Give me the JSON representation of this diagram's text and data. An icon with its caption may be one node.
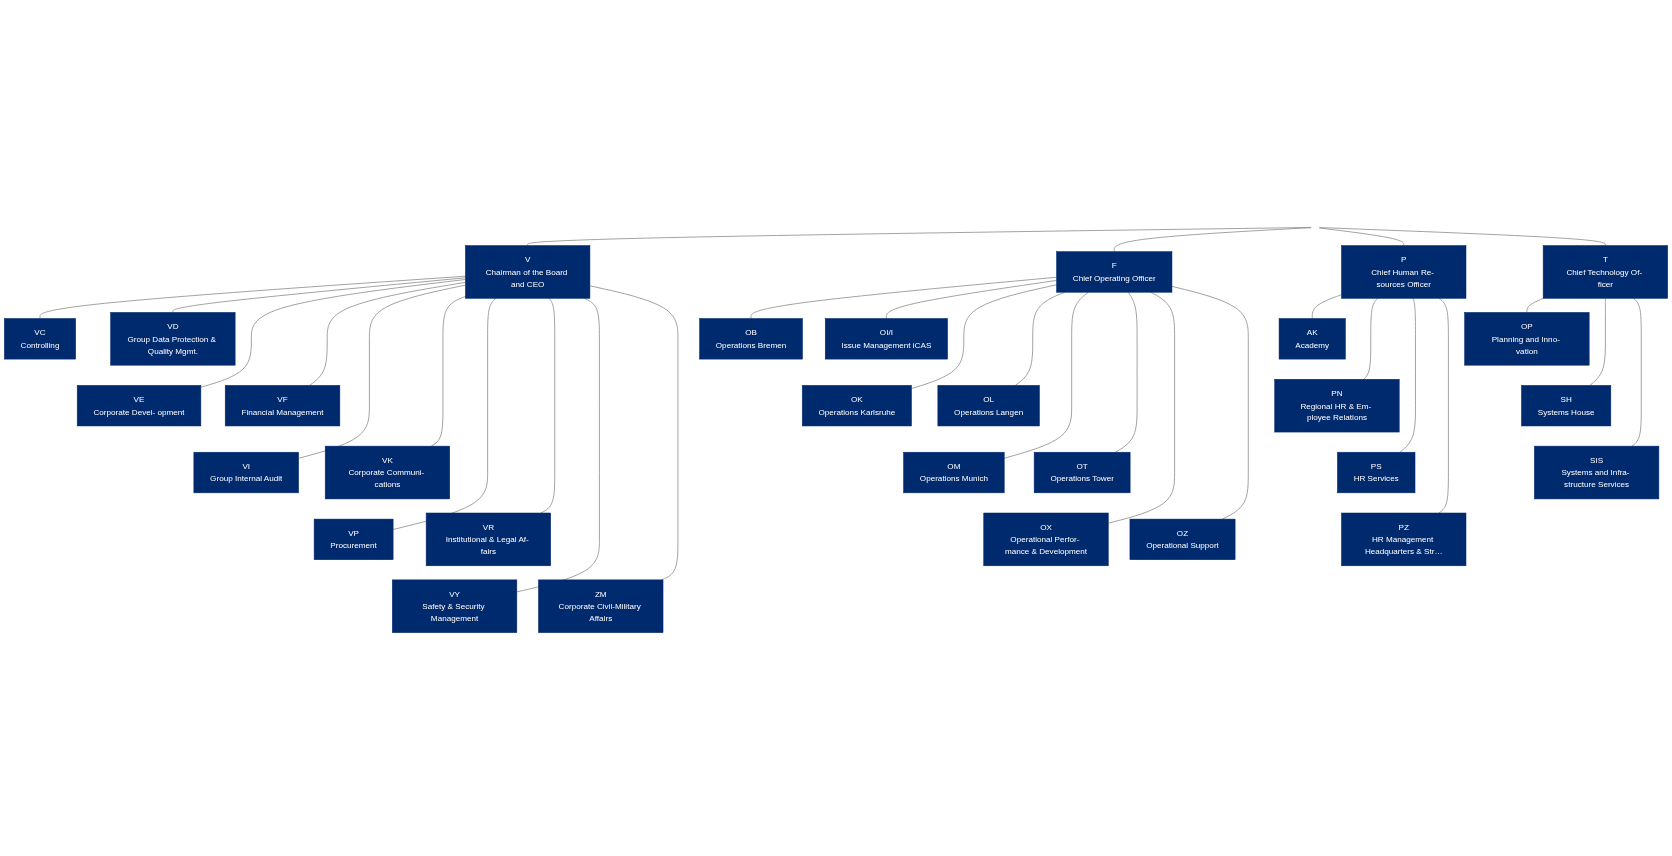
{
  "diagram": {
    "nodes": [
      {
        "text": [
          "V",
          "Chairman of the Board and CEO"
        ]
      },
      {
        "text": [
          "VC",
          "Controlling"
        ]
      },
      {
        "text": [
          "VD",
          "Group Data Protection & Quality Mgmt."
        ]
      },
      {
        "text": [
          "VE",
          "Corporate Devel- opment"
        ]
      },
      {
        "text": [
          "VF",
          "Financial Management"
        ]
      },
      {
        "text": [
          "VI",
          "Group Internal Audit"
        ]
      },
      {
        "text": [
          "VK",
          "Corporate Communi- cations"
        ]
      },
      {
        "text": [
          "VP",
          "Procurement"
        ]
      },
      {
        "text": [
          "VR",
          "Institutional & Legal Af- fairs"
        ]
      },
      {
        "text": [
          "VY",
          "Safety & Security Management"
        ]
      },
      {
        "text": [
          "ZM",
          "Corporate Civil-Military Affairs"
        ]
      },
      {
        "text": [
          "F",
          "Chief Operating Officer"
        ]
      },
      {
        "text": [
          "OB",
          "Operations Bremen"
        ]
      },
      {
        "text": [
          "OI/I",
          "Issue Management iCAS"
        ]
      },
      {
        "text": [
          "OK",
          "Operations Karlsruhe"
        ]
      },
      {
        "text": [
          "OL",
          "Operations Langen"
        ]
      },
      {
        "text": [
          "OM",
          "Operations Munich"
        ]
      },
      {
        "text": [
          "OT",
          "Operations Tower"
        ]
      },
      {
        "text": [
          "OX",
          "Operational Perfor- mance & Development"
        ]
      },
      {
        "text": [
          "OZ",
          "Operational Support"
        ]
      },
      {
        "text": [
          "P",
          "Chief Human Re- sources Officer"
        ]
      },
      {
        "text": [
          "AK",
          "Academy"
        ]
      },
      {
        "text": [
          "PN",
          "Regional HR & Em- ployee Relations"
        ]
      },
      {
        "text": [
          "PS",
          "HR Services"
        ]
      },
      {
        "text": [
          "PZ",
          "HR Management Headquarters & Str…"
        ]
      },
      {
        "text": [
          "T",
          "Chief Technology Of- ficer"
        ]
      },
      {
        "text": [
          "OP",
          "Planning and Inno- vation"
        ]
      },
      {
        "text": [
          "SH",
          "Systems House"
        ]
      },
      {
        "text": [
          "SIS",
          "Systems and Infra- structure Services"
        ]
      }
    ],
    "edges": [
      {
        "from": null,
        "to": 0,
        "arrow": "none"
      },
      {
        "from": null,
        "to": 11,
        "arrow": "none"
      },
      {
        "from": null,
        "to": 20,
        "arrow": "none"
      },
      {
        "from": null,
        "to": 25,
        "arrow": "none"
      },
      {
        "from": 0,
        "to": 1,
        "arrow": "none"
      },
      {
        "from": 0,
        "to": 2,
        "arrow": "none"
      },
      {
        "from": 0,
        "to": 3,
        "arrow": "none"
      },
      {
        "from": 0,
        "to": 4,
        "arrow": "none"
      },
      {
        "from": 0,
        "to": 5,
        "arrow": "none"
      },
      {
        "from": 0,
        "to": 6,
        "arrow": "none"
      },
      {
        "from": 0,
        "to": 7,
        "arrow": "none"
      },
      {
        "from": 0,
        "to": 8,
        "arrow": "none"
      },
      {
        "from": 0,
        "to": 9,
        "arrow": "none"
      },
      {
        "from": 0,
        "to": 10,
        "arrow": "none"
      },
      {
        "from": 11,
        "to": 12,
        "arrow": "none"
      },
      {
        "from": 11,
        "to": 13,
        "arrow": "none"
      },
      {
        "from": 11,
        "to": 14,
        "arrow": "none"
      },
      {
        "from": 11,
        "to": 15,
        "arrow": "none"
      },
      {
        "from": 11,
        "to": 16,
        "arrow": "none"
      },
      {
        "from": 11,
        "to": 17,
        "arrow": "none"
      },
      {
        "from": 11,
        "to": 18,
        "arrow": "none"
      },
      {
        "from": 11,
        "to": 19,
        "arrow": "none"
      },
      {
        "from": 20,
        "to": 21,
        "arrow": "none"
      },
      {
        "from": 20,
        "to": 22,
        "arrow": "none"
      },
      {
        "from": 20,
        "to": 23,
        "arrow": "none"
      },
      {
        "from": 20,
        "to": 24,
        "arrow": "none"
      },
      {
        "from": 25,
        "to": 26,
        "arrow": "none"
      },
      {
        "from": 25,
        "to": 27,
        "arrow": "none"
      },
      {
        "from": 25,
        "to": 28,
        "arrow": "none"
      }
    ]
  }
}
